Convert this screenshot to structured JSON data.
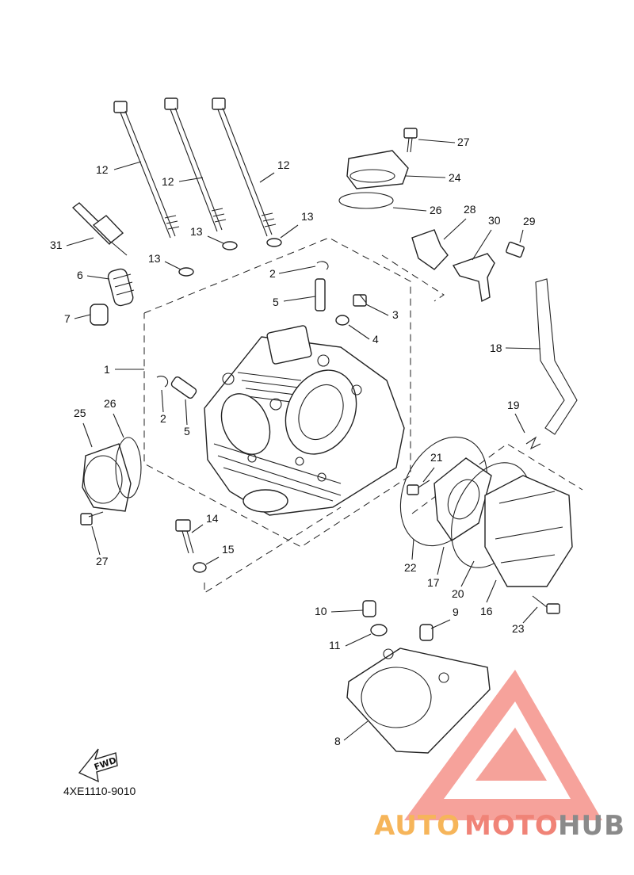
{
  "diagram": {
    "callouts": [
      "1",
      "2",
      "2",
      "3",
      "4",
      "5",
      "5",
      "6",
      "7",
      "8",
      "9",
      "10",
      "11",
      "12",
      "12",
      "12",
      "13",
      "13",
      "13",
      "14",
      "15",
      "16",
      "17",
      "18",
      "19",
      "20",
      "21",
      "22",
      "23",
      "24",
      "25",
      "26",
      "26",
      "27",
      "27",
      "28",
      "29",
      "30",
      "31"
    ],
    "part_code": "4XE1110-9010",
    "fwd_label": "FWD"
  },
  "watermark": {
    "part1": "AUTO",
    "part2": "MOTO",
    "part3": "HUB",
    "colors": {
      "auto": "#f6b55a",
      "moto": "#f08377",
      "hub": "#8a8a8a",
      "logo": "#f3867c"
    }
  }
}
